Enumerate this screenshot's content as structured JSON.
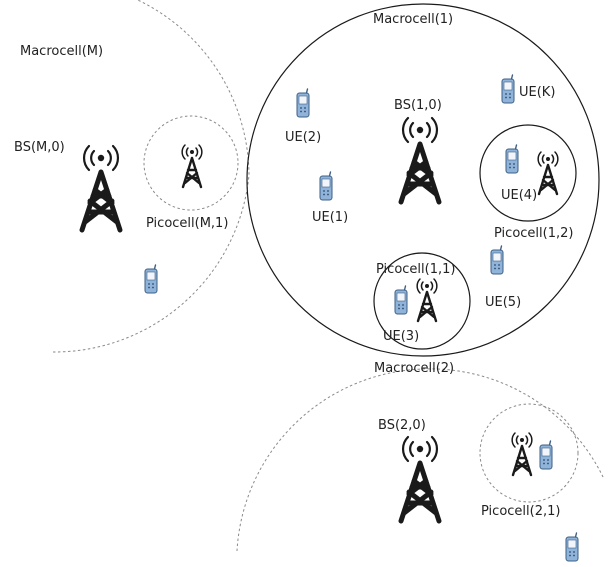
{
  "colors": {
    "ink": "#1a1a1a",
    "dashed": "#8a8a8a",
    "phone_body": "#8fb3d9",
    "phone_screen": "#f2f6fb"
  },
  "icons": {
    "base_station": "cell-tower-icon",
    "user_equipment": "mobile-phone-icon"
  },
  "macrocells": {
    "m": "Macrocell(M)",
    "one": "Macrocell(1)",
    "two": "Macrocell(2)"
  },
  "picocells": {
    "m1": "Picocell(M,1)",
    "p11": "Picocell(1,1)",
    "p12": "Picocell(1,2)",
    "p21": "Picocell(2,1)"
  },
  "base_stations": {
    "m0": "BS(M,0)",
    "b10": "BS(1,0)",
    "b20": "BS(2,0)"
  },
  "user_equipment": {
    "ue1": "UE(1)",
    "ue2": "UE(2)",
    "ue3": "UE(3)",
    "ue4": "UE(4)",
    "ue5": "UE(5)",
    "uek": "UE(K)"
  }
}
